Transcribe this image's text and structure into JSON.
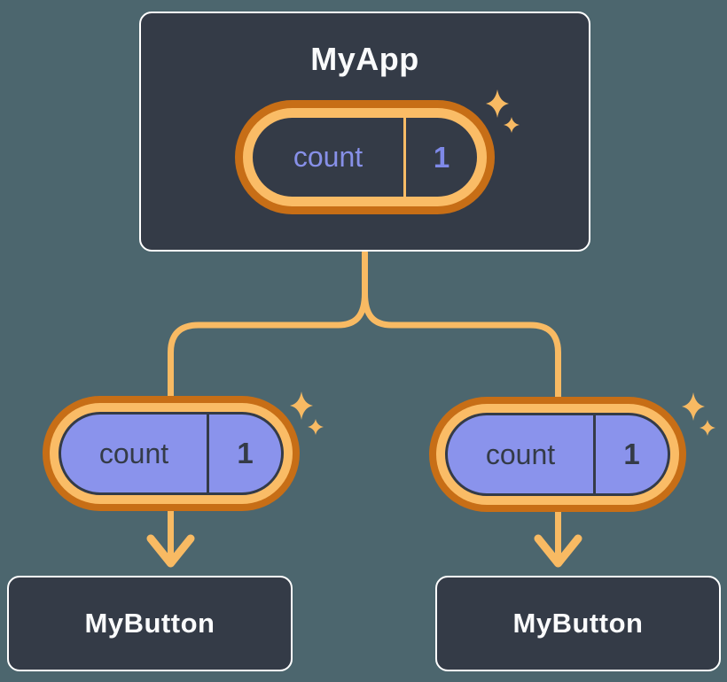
{
  "colors": {
    "page-bg": "#4C666E",
    "node-bg": "#343B47",
    "node-border": "#FFFFFF",
    "node-text": "#FAFBFC",
    "line": "#F8BA63",
    "ring-outer": "#C76E16",
    "ring-inner": "#FABC66",
    "state-purple": "#8A93EC",
    "state-text-light": "#8790E8",
    "state-value-light": "#7E89E8",
    "state-text-dark": "#343B47"
  },
  "icons": {
    "sparkle": "four-point-star-sparkle",
    "arrow": "down-arrow"
  },
  "root_node": {
    "title": "MyApp",
    "state": {
      "key": "count",
      "value": "1"
    }
  },
  "child_nodes": [
    {
      "title": "MyButton",
      "state": {
        "key": "count",
        "value": "1"
      }
    },
    {
      "title": "MyButton",
      "state": {
        "key": "count",
        "value": "1"
      }
    }
  ]
}
